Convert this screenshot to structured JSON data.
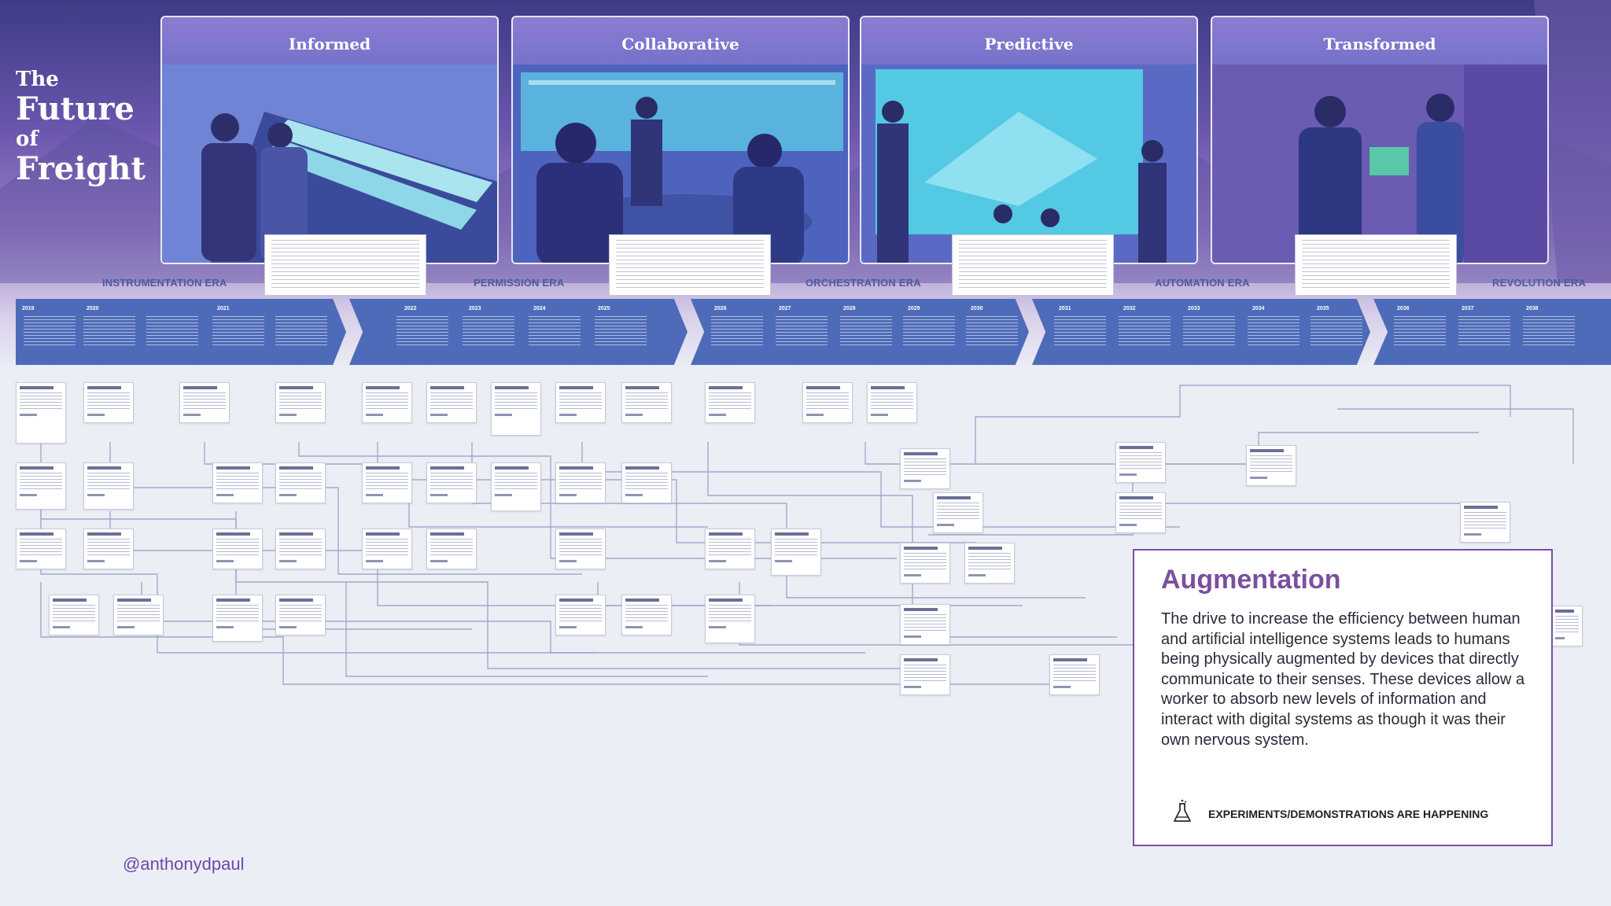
{
  "title": {
    "line1": "The",
    "line2": "Future",
    "line3": "of",
    "line4": "Freight"
  },
  "eras": [
    {
      "panel": "Informed",
      "label": "INSTRUMENTATION ERA"
    },
    {
      "panel": "Collaborative",
      "label": "PERMISSION ERA"
    },
    {
      "panel": "Predictive",
      "label": "ORCHESTRATION ERA"
    },
    {
      "panel": "Transformed",
      "label": "AUTOMATION ERA"
    }
  ],
  "extra_era_label": "REVOLUTION ERA",
  "years": [
    "2019",
    "2020",
    "2021",
    "2022",
    "2023",
    "2024",
    "2025",
    "2026",
    "2027",
    "2028",
    "2029",
    "2030",
    "2031",
    "2032",
    "2033",
    "2034",
    "2035",
    "2036",
    "2037",
    "2038"
  ],
  "augmentation": {
    "title": "Augmentation",
    "description": "The drive to increase the efficiency between human and artificial intelligence systems leads to humans being physically augmented by devices that directly communicate to their senses. These devices allow a worker to absorb new levels of information and interact with digital systems as though it was their own nervous system.",
    "status": "EXPERIMENTS/DEMONSTRATIONS ARE HAPPENING",
    "status_icon": "flask-icon"
  },
  "handle": "@anthonydpaul",
  "colors": {
    "timeline": "#4d6bb8",
    "accent": "#7b4f9e",
    "era_label": "#4d5a9e"
  }
}
